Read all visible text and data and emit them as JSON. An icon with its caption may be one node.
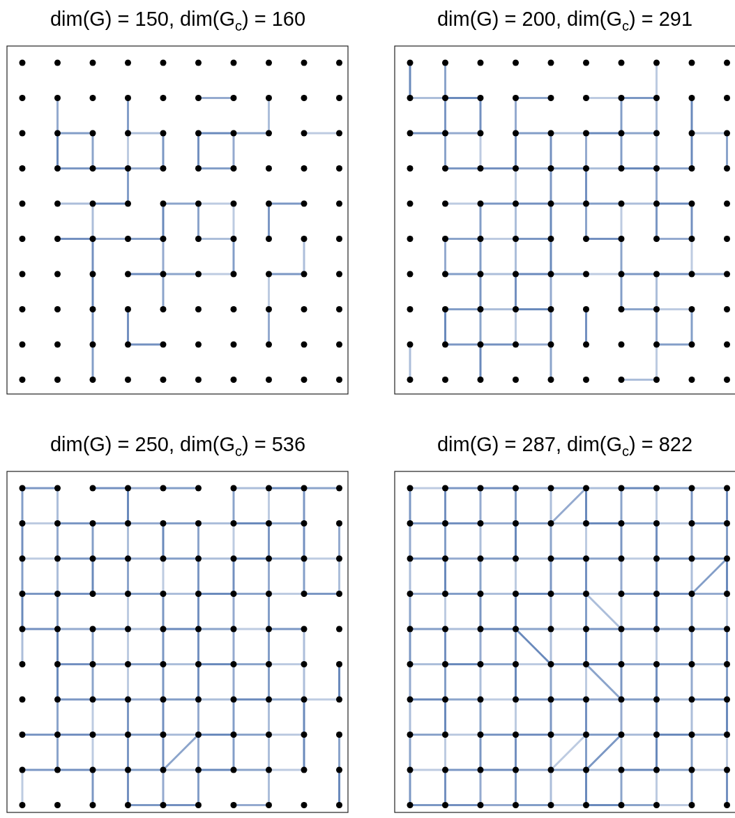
{
  "diagram": {
    "labels": [
      "dim(G) = 150, dim(G$_{c}$) = 160",
      "dim(G) = 200, dim(G$_{c}$) = 291",
      "dim(G) = 250, dim(G$_{c}$) = 536",
      "dim(G) = 287, dim(G$_{c}$) = 822"
    ]
  }
}
